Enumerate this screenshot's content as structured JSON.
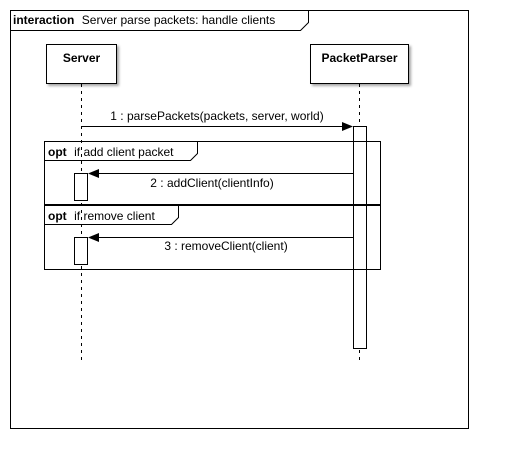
{
  "interaction": {
    "keyword": "interaction",
    "title": "Server parse packets: handle clients"
  },
  "lifelines": [
    {
      "id": "server",
      "label": "Server"
    },
    {
      "id": "parser",
      "label": "PacketParser"
    }
  ],
  "messages": [
    {
      "label": "1 : parsePackets(packets, server, world)",
      "from": "server",
      "to": "parser"
    },
    {
      "label": "2 : addClient(clientInfo)",
      "from": "parser",
      "to": "server"
    },
    {
      "label": "3 : removeClient(client)",
      "from": "parser",
      "to": "server"
    }
  ],
  "fragments": [
    {
      "operator": "opt",
      "guard": "if add client packet"
    },
    {
      "operator": "opt",
      "guard": "if remove client"
    }
  ]
}
